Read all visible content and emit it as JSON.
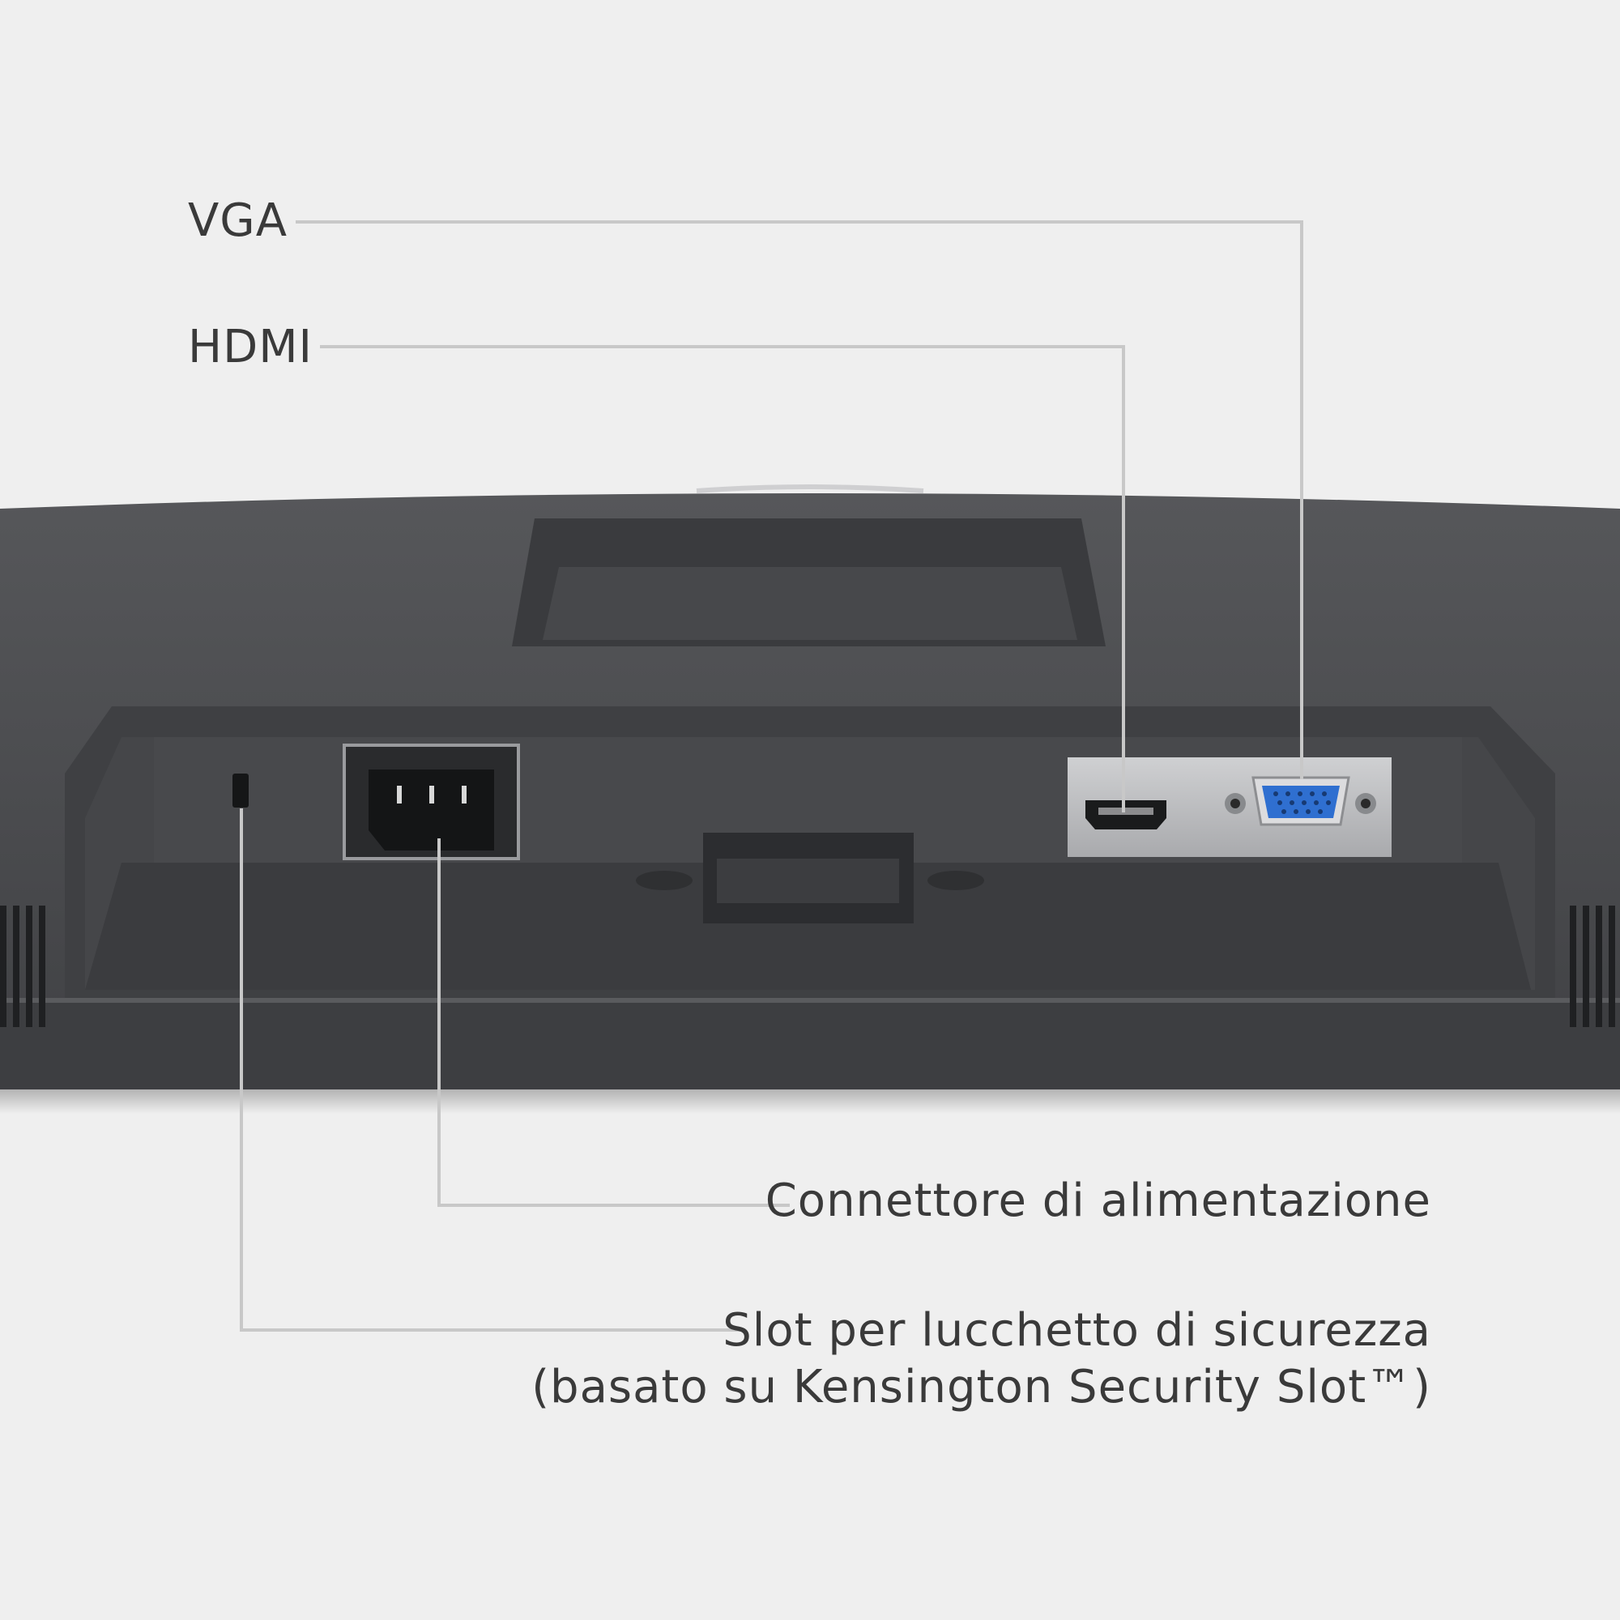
{
  "callouts": {
    "vga": "VGA",
    "hdmi": "HDMI",
    "power": "Connettore di alimentazione",
    "lock_line1": "Slot per lucchetto di sicurezza",
    "lock_line2": "(basato su Kensington Security Slot™)"
  },
  "colors": {
    "background": "#efefef",
    "monitor_body": "#4a4b4e",
    "port_plate": "#b9babd",
    "vga_port": "#2f6fd0",
    "leader_line": "#c8c8c8",
    "label_text": "#3a3a3a"
  }
}
